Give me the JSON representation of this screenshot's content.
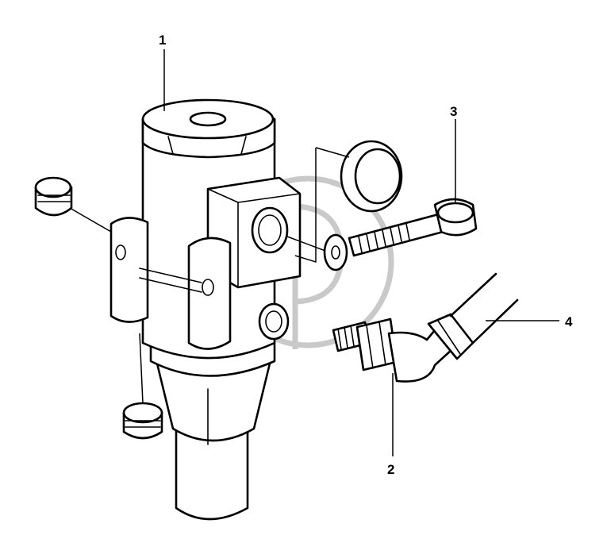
{
  "callouts": [
    {
      "id": "1",
      "label": "1"
    },
    {
      "id": "2",
      "label": "2"
    },
    {
      "id": "3",
      "label": "3"
    },
    {
      "id": "4",
      "label": "4"
    }
  ],
  "colors": {
    "line": "#000000",
    "background": "#ffffff",
    "watermark": "#c9c9c9"
  }
}
